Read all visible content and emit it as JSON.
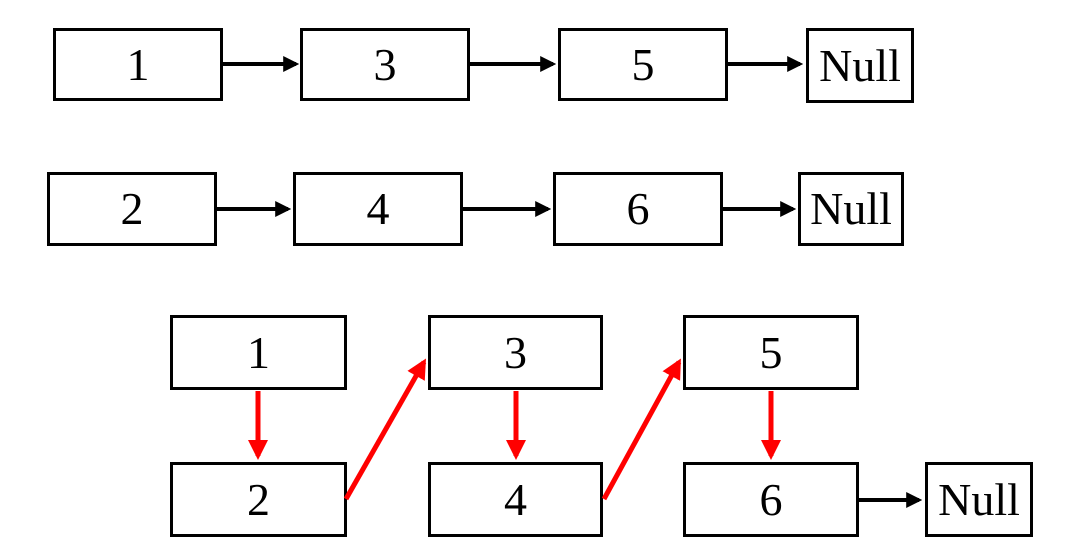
{
  "colors": {
    "background": "#ffffff",
    "node_border": "#000000",
    "node_fill": "#ffffff",
    "text": "#000000",
    "next_pointer": "#000000",
    "merge_pointer": "#ff0000"
  },
  "list_a": {
    "items": [
      "1",
      "3",
      "5"
    ],
    "terminator": "Null"
  },
  "list_b": {
    "items": [
      "2",
      "4",
      "6"
    ],
    "terminator": "Null"
  },
  "merged_list": {
    "top_row": [
      "1",
      "3",
      "5"
    ],
    "bottom_row": [
      "2",
      "4",
      "6"
    ],
    "terminator": "Null"
  }
}
